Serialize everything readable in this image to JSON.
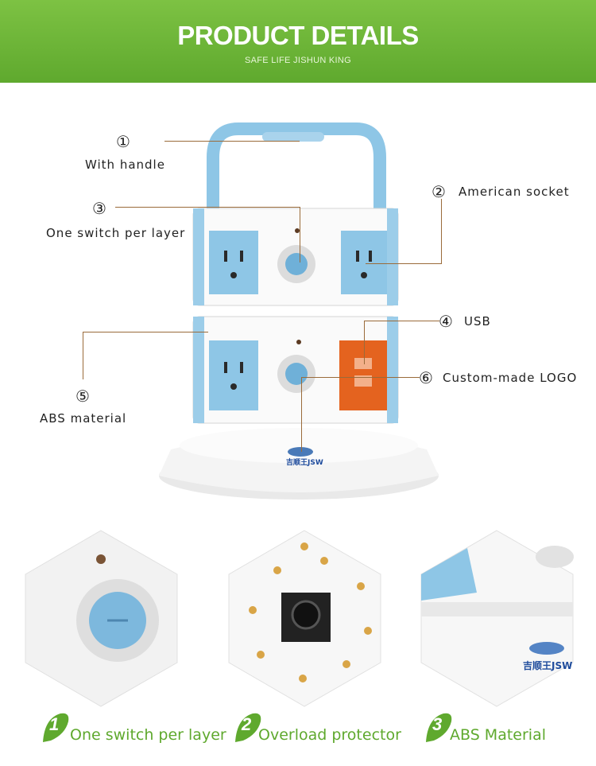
{
  "header": {
    "title": "PRODUCT DETAILS",
    "subtitle": "SAFE LIFE JISHUN KING"
  },
  "callouts": [
    {
      "num": "①",
      "label": "With handle"
    },
    {
      "num": "②",
      "label": "American socket"
    },
    {
      "num": "③",
      "label": "One switch per layer"
    },
    {
      "num": "④",
      "label": "USB"
    },
    {
      "num": "⑤",
      "label": "ABS material"
    },
    {
      "num": "⑥",
      "label": "Custom-made LOGO"
    }
  ],
  "features": [
    {
      "num": "1",
      "label": "One switch per layer"
    },
    {
      "num": "2",
      "label": "Overload protector"
    },
    {
      "num": "3",
      "label": "ABS Material"
    }
  ],
  "logo_text": "吉顺王JSW",
  "colors": {
    "green": "#5fa92e",
    "blue": "#8ec6e6",
    "orange": "#e4631f",
    "white": "#ffffff"
  }
}
